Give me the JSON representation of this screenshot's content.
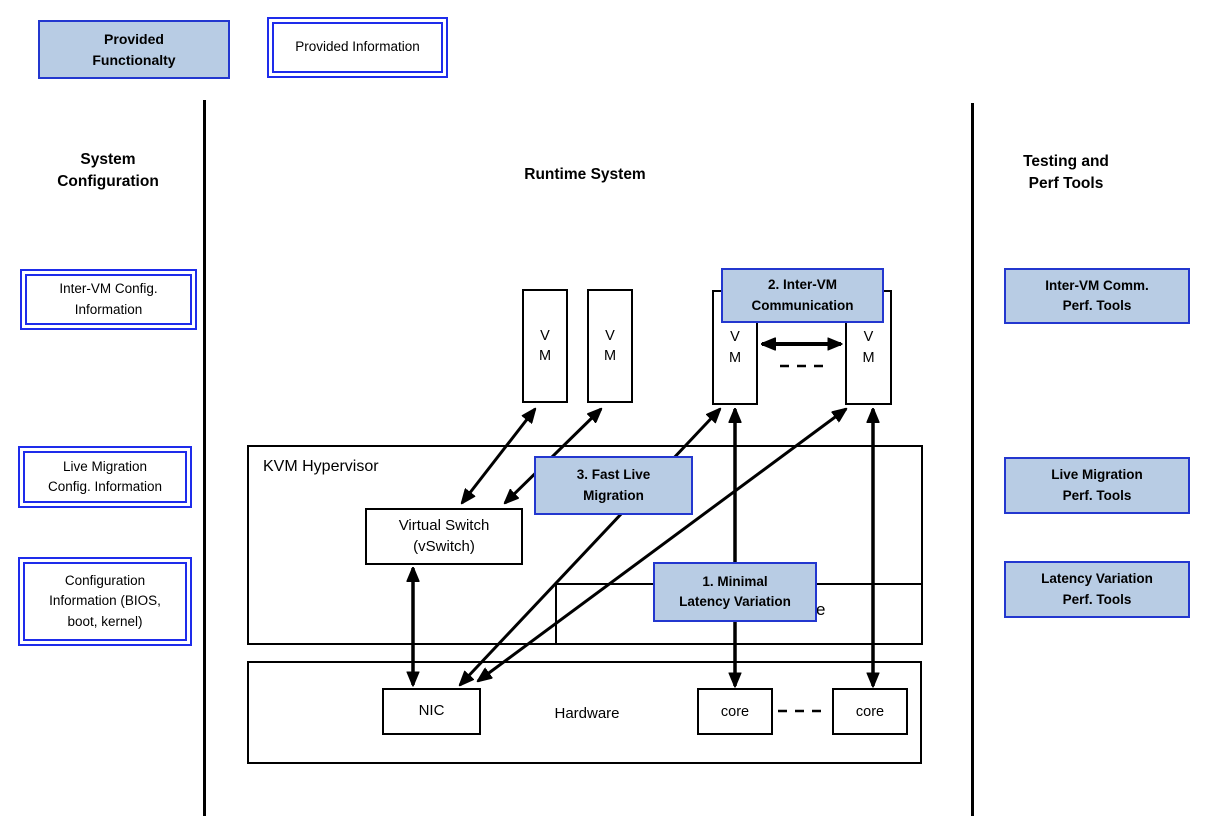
{
  "colors": {
    "box-fill": "#b8cce4",
    "box-border": "#2337cf",
    "double-border": "#1e2ceb",
    "line": "#000000",
    "text": "#000000"
  },
  "legend": {
    "provided_functionality": "Provided\nFunctionalty",
    "provided_information": "Provided Information"
  },
  "sections": {
    "system_configuration": {
      "title": "System\nConfiguration",
      "items": [
        {
          "label": "Inter-VM Config.\nInformation"
        },
        {
          "label": "Live Migration\nConfig. Information"
        },
        {
          "label": "Configuration\nInformation (BIOS,\nboot, kernel)"
        }
      ]
    },
    "runtime_system": {
      "title": "Runtime System"
    },
    "testing_perf_tools": {
      "title": "Testing and\nPerf Tools",
      "items": [
        {
          "label": "Inter-VM Comm.\nPerf. Tools"
        },
        {
          "label": "Live Migration\nPerf. Tools"
        },
        {
          "label": "Latency Variation\nPerf. Tools"
        }
      ]
    }
  },
  "runtime": {
    "hypervisor_label": "KVM Hypervisor",
    "vswitch_label": "Virtual Switch\n(vSwitch)",
    "hardware_label": "Hardware",
    "nic_label": "NIC",
    "core_label": "core",
    "vm_label": "V\nM",
    "occluded_fragment": "e",
    "highlights": [
      {
        "label": "1. Minimal\nLatency Variation"
      },
      {
        "label": "2. Inter-VM\nCommunication"
      },
      {
        "label": "3. Fast Live\nMigration"
      }
    ]
  }
}
